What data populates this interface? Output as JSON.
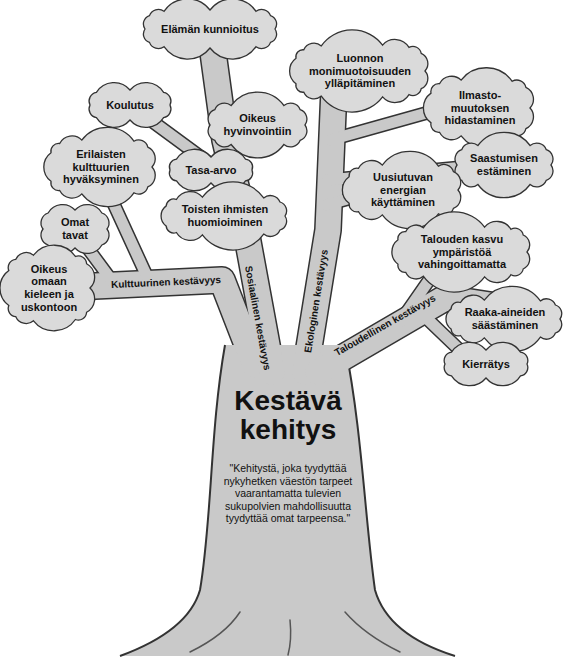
{
  "diagram": {
    "title": "Kestävä kehitys",
    "caption": "\"Kehitystä, joka tyydyttää nykyhetken väestön tarpeet vaarantamatta tulevien sukupolvien mahdollisuutta tyydyttää omat tarpeensa.\"",
    "nodes": [
      {
        "text": [
          "Elämän kunnioitus"
        ]
      },
      {
        "text": [
          "Luonnon monimuotoisuuden ylläpitäminen"
        ]
      },
      {
        "text": [
          "Ilmasto- muutoksen hidastaminen"
        ]
      },
      {
        "text": [
          "Koulutus"
        ]
      },
      {
        "text": [
          "Oikeus hyvinvointiin"
        ]
      },
      {
        "text": [
          "Erilaisten kulttuurien hyväksyminen"
        ]
      },
      {
        "text": [
          "Tasa-arvo"
        ]
      },
      {
        "text": [
          "Saastumisen estäminen"
        ]
      },
      {
        "text": [
          "Toisten ihmisten huomioiminen"
        ]
      },
      {
        "text": [
          "Uusiutuvan energian käyttäminen"
        ]
      },
      {
        "text": [
          "Omat tavat"
        ]
      },
      {
        "text": [
          "Talouden kasvu ympäristöä vahingoittamatta"
        ]
      },
      {
        "text": [
          "Oikeus omaan kieleen ja uskontoon"
        ]
      },
      {
        "text": [
          "Raaka-aineiden säästäminen"
        ]
      },
      {
        "text": [
          "Kierrätys"
        ]
      }
    ],
    "labels": [
      "Kulttuurinen kestävyys",
      "Sosiaalinen kestävyys",
      "Ekologinen kestävyys",
      "Taloudellinen kestävyys"
    ]
  }
}
